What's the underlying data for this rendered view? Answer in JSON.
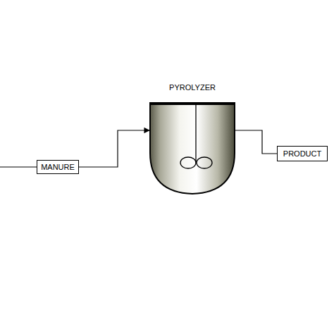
{
  "diagram": {
    "nodes": [
      {
        "text": [
          "MANURE"
        ]
      },
      {
        "text": [
          "PYROLYZER"
        ]
      },
      {
        "text": [
          "PRODUCT"
        ]
      }
    ],
    "edges": [
      {
        "from": 0,
        "to": 1,
        "arrow": "to"
      },
      {
        "from": 1,
        "to": 2,
        "arrow": "none"
      }
    ]
  }
}
